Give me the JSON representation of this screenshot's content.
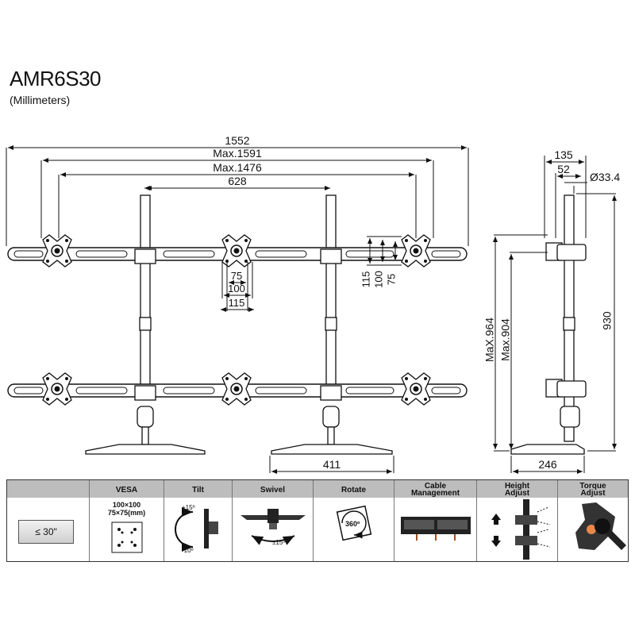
{
  "header": {
    "model": "AMR6S30",
    "units": "(Millimeters)"
  },
  "dimensions": {
    "overall_width": "1552",
    "max_width": "Max.1591",
    "max_width_2": "Max.1476",
    "pole_spacing": "628",
    "vesa_75": "75",
    "vesa_100": "100",
    "vesa_115": "115",
    "side_115": "115",
    "side_100": "100",
    "side_75": "75",
    "base_width": "411",
    "depth_135": "135",
    "depth_52": "52",
    "pole_diameter": "Ø33.4",
    "pole_height": "930",
    "max_height_964": "MaX.964",
    "max_height_904": "Max.904",
    "base_depth": "246"
  },
  "features": {
    "size": "≤ 30\"",
    "vesa_label": "VESA",
    "vesa_line1": "100×100",
    "vesa_line2": "75×75(mm)",
    "tilt_label": "Tilt",
    "tilt_up": "+15º",
    "tilt_down": "-10º",
    "swivel_label": "Swivel",
    "swivel_angle": "±15º",
    "rotate_label": "Rotate",
    "rotate_angle": "360º",
    "cable_label_1": "Cable",
    "cable_label_2": "Management",
    "height_label_1": "Height",
    "height_label_2": "Adjust",
    "torque_label_1": "Torque",
    "torque_label_2": "Adjust"
  },
  "colors": {
    "line": "#111111",
    "header_bg": "#bdbdbd",
    "accent": "#e8894a"
  }
}
